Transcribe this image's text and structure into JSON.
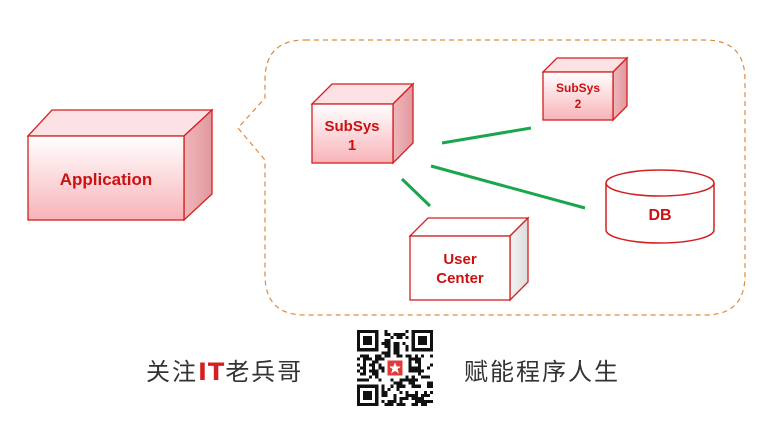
{
  "diagram": {
    "application_label": "Application",
    "subsys1_label": [
      "SubSys",
      "1"
    ],
    "subsys2_label": [
      "SubSys",
      "2"
    ],
    "usercenter_label": [
      "User",
      "Center"
    ],
    "db_label": "DB"
  },
  "colors": {
    "box_fill": "#fbd3d6",
    "box_stroke": "#d42020",
    "label": "#cc1111",
    "connector": "#1aa64c",
    "boundary": "#e08a3c"
  },
  "footer": {
    "follow_prefix": "关注",
    "brand": "IT",
    "follow_suffix": "老兵哥",
    "slogan": "赋能程序人生",
    "qr_center_icon": "star-icon"
  }
}
